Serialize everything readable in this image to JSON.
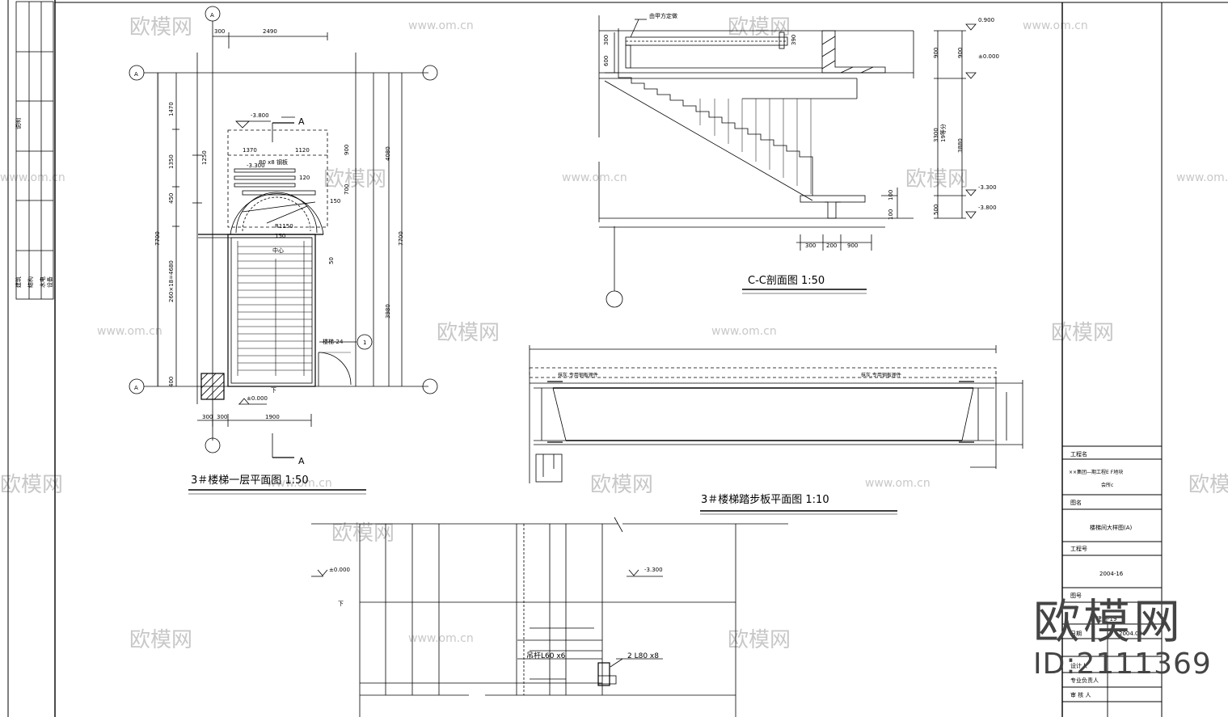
{
  "drawings": {
    "plan": {
      "title": "3＃楼梯一层平面图 1:50",
      "axis_a": "A",
      "axis_1": "1",
      "section_mark": "A",
      "elev_top": "-3.800",
      "elev_mid": "-3.300",
      "elev_floor": "±0.000",
      "beam_note": "80 x8 钢板",
      "stair_label": "楼梯-24",
      "down_label": "下",
      "center_label": "中心",
      "radius_label": "R1150",
      "dims": {
        "top_2490": "2490",
        "top_300": "300",
        "left_1470": "1470",
        "left_1350": "1350",
        "left_450": "450",
        "left_total": "7700",
        "steps": "260×18=4680",
        "left_400": "400",
        "right_4080": "4080",
        "right_3980": "3980",
        "right_7700": "7700",
        "bot_300a": "300",
        "bot_300b": "300",
        "bot_1900": "1900",
        "in_1370": "1370",
        "in_1120": "1120",
        "in_900": "900",
        "in_700": "700",
        "in_150a": "150",
        "in_150b": "150",
        "in_120": "120",
        "in_1250": "1250",
        "in_50": "50"
      }
    },
    "section": {
      "title": "C-C剖面图 1:50",
      "note": "由甲方定做",
      "elev_0900": "0.900",
      "elev_pm": "±0.000",
      "elev_3300": "-3.300",
      "elev_3800": "-3.800",
      "dims": {
        "d300": "300",
        "d600": "600",
        "d390": "390",
        "d900a": "900",
        "d900b": "900",
        "d3300": "3300",
        "d3880": "3880",
        "d100a": "100",
        "d100b": "100",
        "d500": "500",
        "b300": "300",
        "b200": "200",
        "b900": "900",
        "steps_note": "19等分"
      }
    },
    "tread": {
      "title": "3＃楼梯踏步板平面图 1:10",
      "note_left": "抹灰,专用钢板理件",
      "note_right": "抹灰,专用钢板理件"
    },
    "detail": {
      "elev_left": "±0.000",
      "elev_right": "-3.300",
      "down_label": "下",
      "steel_a": "吊杆L60 x6",
      "steel_b": "2 L80 x8"
    }
  },
  "title_block": {
    "project_label": "工程名",
    "project_name_1": "××集团—期工程E F地块",
    "project_name_2": "会所c",
    "drawing_label": "图名",
    "drawing_name": "楼梯间大样图(A)",
    "job_label": "工程号",
    "job_no": "2004-16",
    "sheet_label": "图号",
    "sheet_no": "建施-19",
    "date_label": "日期",
    "date_value": "2004.09",
    "role_1": "设计人",
    "role_2": "专业负责人",
    "role_3": "审 核 人"
  },
  "margin_stamp": {
    "label_a": "说明",
    "label_b": "建筑",
    "label_c": "结构",
    "label_d": "水电",
    "label_e": "设备"
  },
  "watermark": {
    "logo": "欧模网",
    "site": "www.om.cn",
    "id": "ID:2111369"
  }
}
